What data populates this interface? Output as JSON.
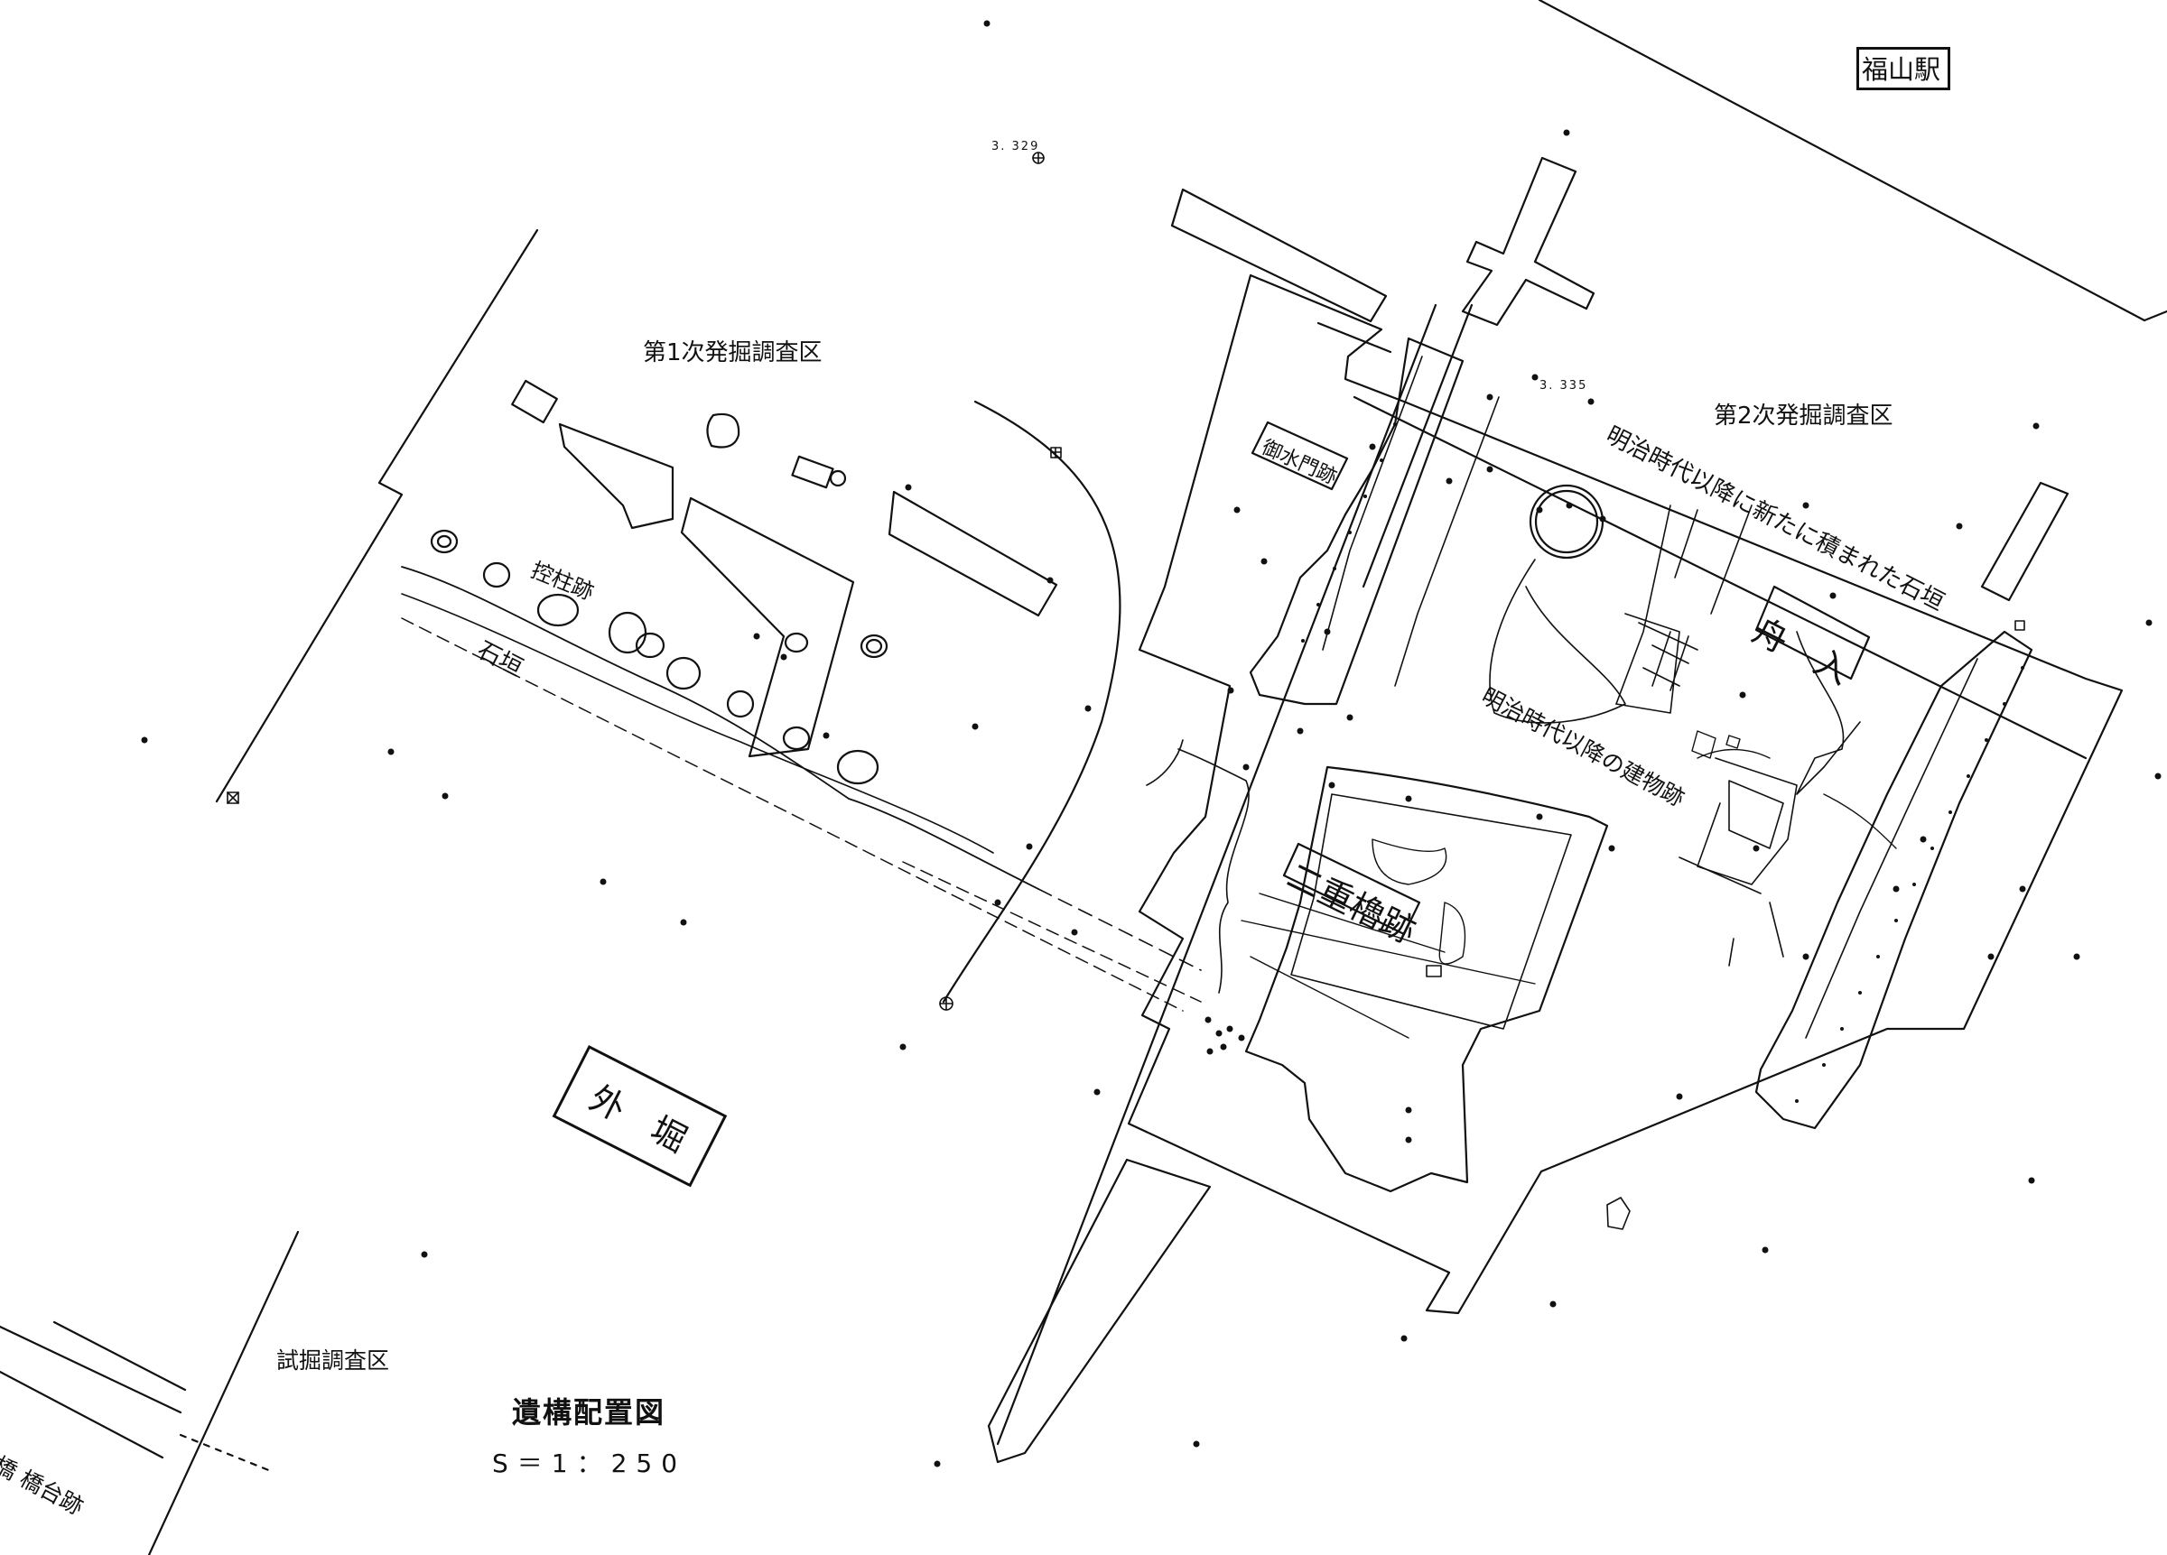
{
  "labels": {
    "station": "福山駅",
    "survey1": "第1次発掘調査区",
    "survey2": "第2次発掘調査区",
    "pillar": "控柱跡",
    "stone_wall": "石垣",
    "water_gate": "御水門跡",
    "meiji_wall": "明治時代以降に新たに積まれた石垣",
    "funairi": "舟　入",
    "meiji_building": "明治時代以降の建物跡",
    "nijuu_yagura": "二重櫓跡",
    "outer_moat": "外　堀",
    "trial_area": "試掘調査区",
    "bridge": "手橋 橋台跡",
    "title": "遺構配置図",
    "scale": "S＝1：250",
    "elev_1": "3. 329",
    "elev_2": "3. 335"
  },
  "colors": {
    "ink": "#111111",
    "paper": "#ffffff"
  }
}
